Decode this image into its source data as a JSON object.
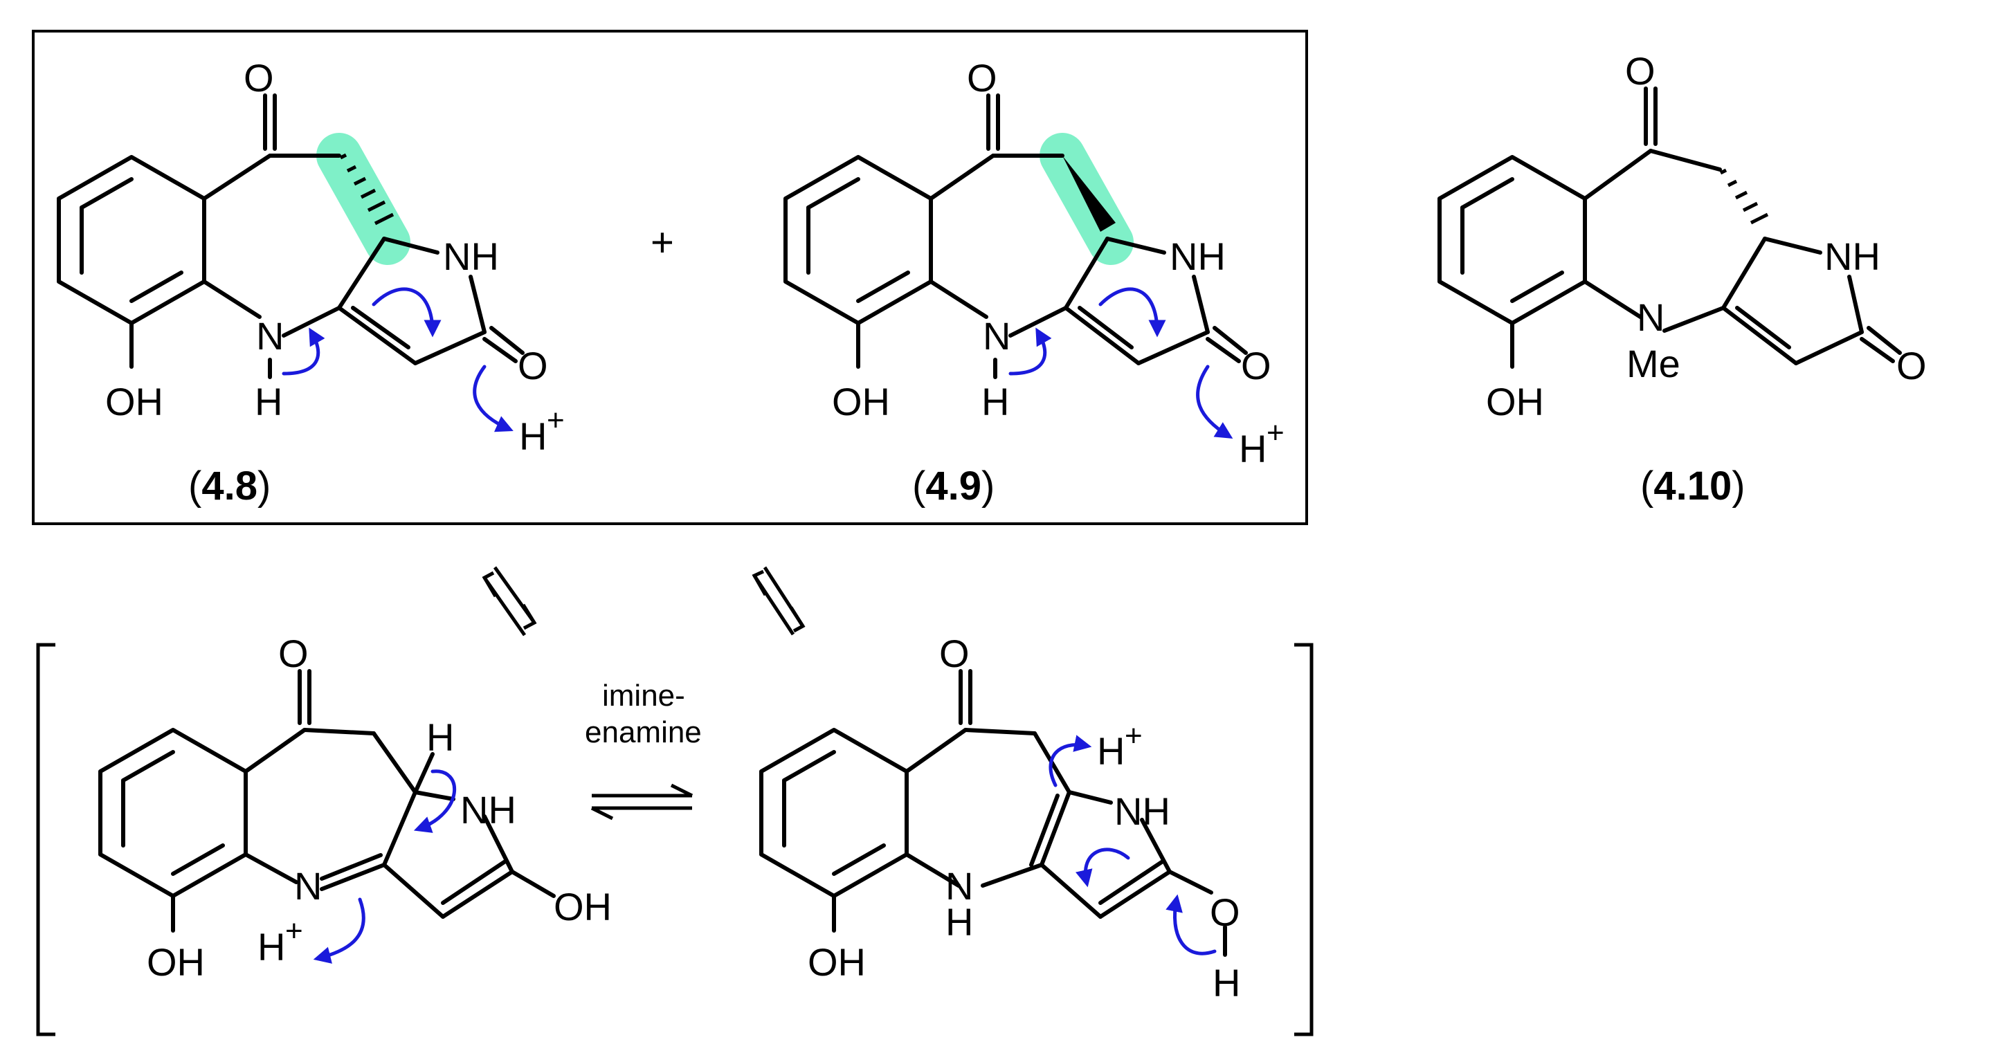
{
  "compounds": {
    "c48": {
      "label_open": "(",
      "label_num": "4.8",
      "label_close": ")"
    },
    "c49": {
      "label_open": "(",
      "label_num": "4.9",
      "label_close": ")"
    },
    "c410": {
      "label_open": "(",
      "label_num": "4.10",
      "label_close": ")"
    }
  },
  "atoms": {
    "O": "O",
    "OH": "OH",
    "NH": "NH",
    "N": "N",
    "H": "H",
    "Hplus": "H",
    "plus_sup": "+",
    "Me": "Me"
  },
  "plus_sign": "+",
  "equilibrium_label": {
    "line1": "imine-",
    "line2": "enamine"
  },
  "colors": {
    "highlight": "#7ff0c8",
    "arrow": "#1a1adb",
    "ink": "#000000"
  }
}
